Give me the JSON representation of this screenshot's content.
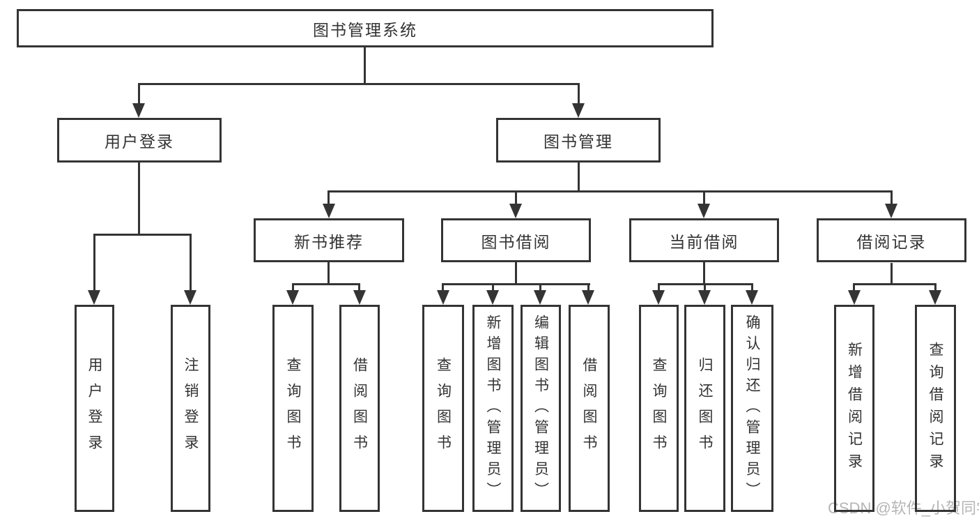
{
  "diagram": {
    "root": {
      "label": "图书管理系统"
    },
    "branches": [
      {
        "label": "用户登录",
        "children": [
          {
            "label": "用户登录"
          },
          {
            "label": "注销登录"
          }
        ]
      },
      {
        "label": "图书管理",
        "children": [
          {
            "label": "新书推荐",
            "children": [
              {
                "label": "查询图书"
              },
              {
                "label": "借阅图书"
              }
            ]
          },
          {
            "label": "图书借阅",
            "children": [
              {
                "label": "查询图书"
              },
              {
                "label": "新增图书（管理员）"
              },
              {
                "label": "编辑图书（管理员）"
              },
              {
                "label": "借阅图书"
              }
            ]
          },
          {
            "label": "当前借阅",
            "children": [
              {
                "label": "查询图书"
              },
              {
                "label": "归还图书"
              },
              {
                "label": "确认归还（管理员）"
              }
            ]
          },
          {
            "label": "借阅记录",
            "children": [
              {
                "label": "新增借阅记录"
              },
              {
                "label": "查询借阅记录"
              }
            ]
          }
        ]
      }
    ]
  },
  "watermark": "CSDN @软件_小贺同学",
  "colors": {
    "line": "#343434",
    "text": "#333333",
    "watermark": "#b5b5b5",
    "background": "#ffffff"
  }
}
